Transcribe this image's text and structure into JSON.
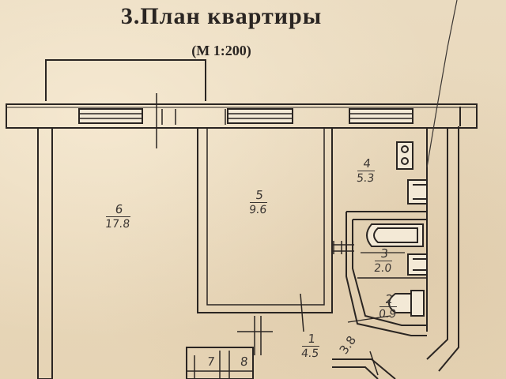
{
  "plan": {
    "title": "3.План квартиры",
    "scale": "(М 1:200)"
  },
  "rooms": [
    {
      "id": "6",
      "number": "6",
      "area": "17.8"
    },
    {
      "id": "5",
      "number": "5",
      "area": "9.6"
    },
    {
      "id": "4",
      "number": "4",
      "area": "5.3"
    },
    {
      "id": "3",
      "number": "3",
      "area": "2.0"
    },
    {
      "id": "2",
      "number": "2",
      "area": "0.9"
    },
    {
      "id": "1",
      "number": "1",
      "area": "4.5"
    },
    {
      "id": "7",
      "number": "7",
      "area": ""
    },
    {
      "id": "8",
      "number": "8",
      "area": ""
    }
  ],
  "extra_labels": {
    "corridor_dim": "3.8"
  },
  "colors": {
    "paper": "#e9d9bd",
    "ink": "#2a2522",
    "handwriting": "#3b3633",
    "fixture": "#f3e9d6"
  }
}
